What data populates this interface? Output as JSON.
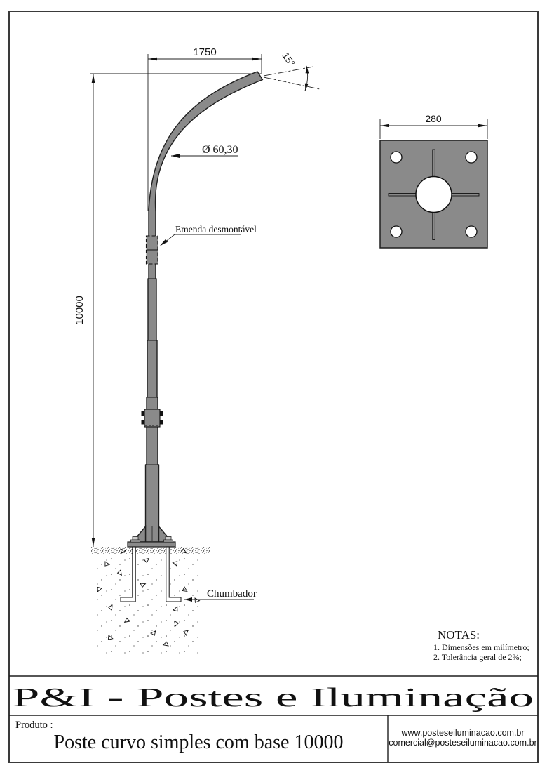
{
  "drawing": {
    "dim_arm_reach": "1750",
    "dim_tip_angle": "15°",
    "dim_pole_height": "10000",
    "dim_plate_width": "280",
    "label_diameter": "Ø 60,30",
    "label_joint": "Emenda desmontável",
    "label_anchor": "Chumbador"
  },
  "notes": {
    "title": "NOTAS:",
    "items": [
      "1. Dimensões em milímetro;",
      "2. Tolerância geral de 2%;"
    ]
  },
  "title_block": {
    "company": "P&I - Postes e Iluminação",
    "product_label": "Produto :",
    "product_name": "Poste curvo simples com base 10000",
    "website": "www.posteseiluminacao.com.br",
    "email": "comercial@posteseiluminacao.com.br"
  },
  "colors": {
    "steel_gray": "#8a8a8a",
    "line_black": "#1f1f1f",
    "paper_white": "#ffffff"
  }
}
